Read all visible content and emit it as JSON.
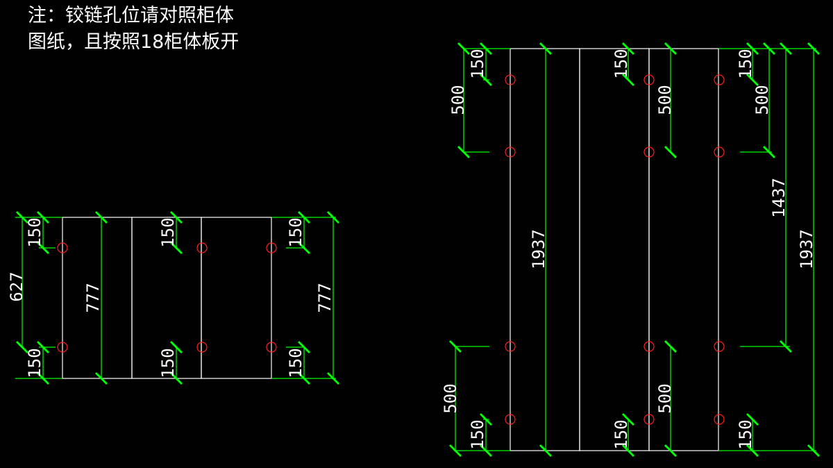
{
  "note": {
    "line1": "注：铰链孔位请对照柜体",
    "line2": "图纸，且按照18柜体板开"
  },
  "colors": {
    "background": "#000000",
    "board_outline": "#ffffff",
    "dimension_lines": "#00ff00",
    "hinge_holes": "#ff2020",
    "text": "#ffffff"
  },
  "small_cabinet": {
    "boards": 3,
    "dims": {
      "left_top": "150",
      "left_span": "627",
      "left_bottom": "150",
      "total_left": "777",
      "mid_top": "150",
      "mid_bottom": "150",
      "right_top": "150",
      "right_bottom": "150",
      "total_right": "777"
    }
  },
  "large_cabinet": {
    "boards": 3,
    "dims": {
      "left_top": "150",
      "left_upper_span": "500",
      "total_left": "1937",
      "left_lower_span": "500",
      "left_bottom": "150",
      "mid_top": "150",
      "mid_upper_span": "500",
      "mid_lower_span": "500",
      "mid_bottom": "150",
      "right_top": "150",
      "right_upper_span": "500",
      "right_middle_span": "1437",
      "total_right": "1937",
      "right_bottom": "150"
    }
  }
}
